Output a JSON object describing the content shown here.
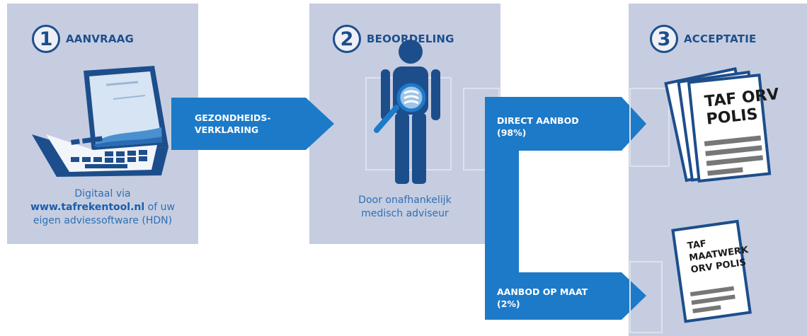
{
  "steps": [
    {
      "number": "1",
      "title": "AANVRAAG",
      "caption_line1": "Digitaal via",
      "caption_link": "www.tafrekentool.nl",
      "caption_line2_rest": " of uw",
      "caption_line3": "eigen adviessoftware (HDN)"
    },
    {
      "number": "2",
      "title": "BEOORDELING",
      "caption_line1": "Door onafhankelijk",
      "caption_line2": "medisch adviseur"
    },
    {
      "number": "3",
      "title": "ACCEPTATIE"
    }
  ],
  "arrows": {
    "health": {
      "line1": "GEZONDHEIDS-",
      "line2": "VERKLARING"
    },
    "direct": {
      "line1": "DIRECT AANBOD",
      "line2": "(98%)"
    },
    "custom": {
      "line1": "AANBOD OP MAAT",
      "line2": "(2%)"
    }
  },
  "documents": {
    "standard": {
      "line1": "TAF ORV",
      "line2": "POLIS"
    },
    "custom": {
      "line1": "TAF",
      "line2": "MAATWERK",
      "line3": "ORV POLIS"
    }
  },
  "colors": {
    "panel": "#c6cde0",
    "accent": "#1d4e8c",
    "arrow": "#1d7ac8",
    "link": "#1a5dab"
  }
}
